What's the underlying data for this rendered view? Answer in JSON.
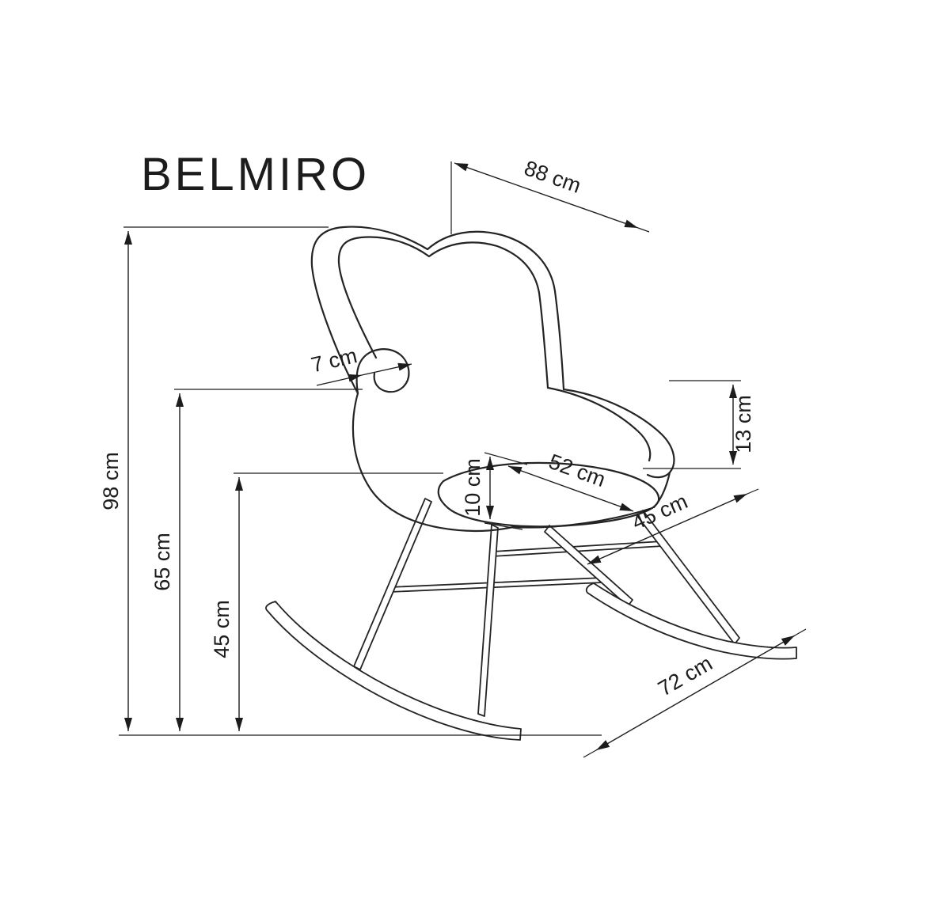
{
  "title": "BELMIRO",
  "dims": {
    "overall_height": "98 cm",
    "backrest_width": "88 cm",
    "armrest_height": "65 cm",
    "seat_height": "45 cm",
    "wing_depth": "7 cm",
    "armrest_above_seat": "13 cm",
    "seat_thickness": "10 cm",
    "seat_width": "52 cm",
    "seat_depth": "45 cm",
    "rocker_length": "72 cm"
  }
}
